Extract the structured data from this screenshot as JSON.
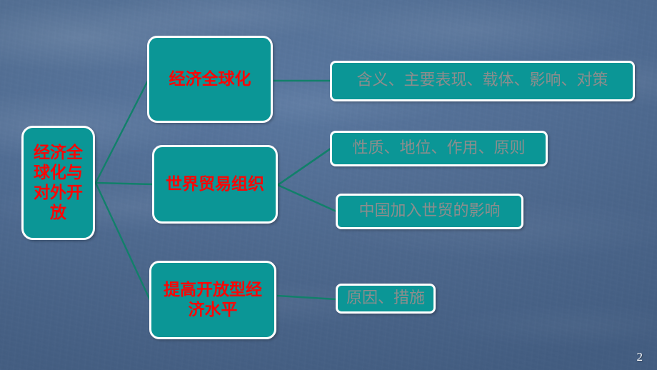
{
  "slide": {
    "page_number": "2",
    "background_color": "#4f6e95",
    "node_fill_color": "#0b9696",
    "node_border_color": "#ffffff",
    "main_text_color": "#fc0505",
    "detail_text_color": "#8d8d8d",
    "connector_color": "#11806a"
  },
  "diagram": {
    "root": {
      "label": "经济全球化与对外开放"
    },
    "branches": [
      {
        "label": "经济全球化",
        "details": [
          {
            "label": "含义、主要表现、载体、影响、对策"
          }
        ]
      },
      {
        "label": "世界贸易组织",
        "details": [
          {
            "label": "性质、地位、作用、原则"
          },
          {
            "label": "中国加入世贸的影响"
          }
        ]
      },
      {
        "label": "提高开放型经济水平",
        "details": [
          {
            "label": "原因、措施"
          }
        ]
      }
    ]
  }
}
